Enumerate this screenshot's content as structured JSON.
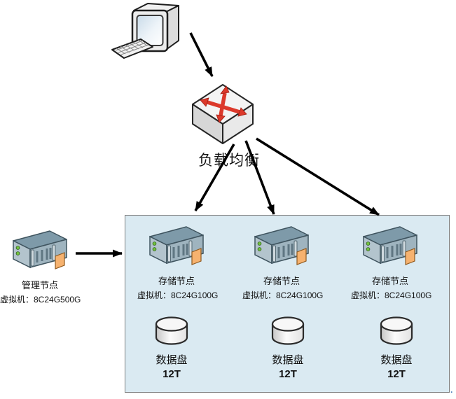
{
  "diagram": {
    "client": {
      "icon": "desktop-computer-with-keyboard"
    },
    "load_balancer": {
      "label": "负载均衡",
      "icon": "switch-with-crossed-red-arrows"
    },
    "management_node": {
      "title": "管理节点",
      "vm_spec": "虚拟机：8C24G500G",
      "icon": "3d-rack-server"
    },
    "cluster": {
      "storage_nodes": [
        {
          "title": "存储节点",
          "vm_spec": "虚拟机：8C24G100G"
        },
        {
          "title": "存储节点",
          "vm_spec": "虚拟机：8C24G100G"
        },
        {
          "title": "存储节点",
          "vm_spec": "虚拟机：8C24G100G"
        }
      ],
      "data_disks": [
        {
          "title": "数据盘",
          "capacity": "12T"
        },
        {
          "title": "数据盘",
          "capacity": "12T"
        },
        {
          "title": "数据盘",
          "capacity": "12T"
        }
      ]
    },
    "corner_dot": ".",
    "colors": {
      "cluster_box_fill": "#daeaf2",
      "cluster_box_border": "#7f7f7f",
      "connector_arrow": "#000000",
      "switch_arrow_red": "#dc392b",
      "server_top": "#7e9aa9",
      "server_front": "#9fb4bf",
      "server_led_green": "#72c33e",
      "server_tab_orange": "#f6b26f",
      "disk_fill": "#f4f4f4",
      "text": "#111111"
    }
  }
}
